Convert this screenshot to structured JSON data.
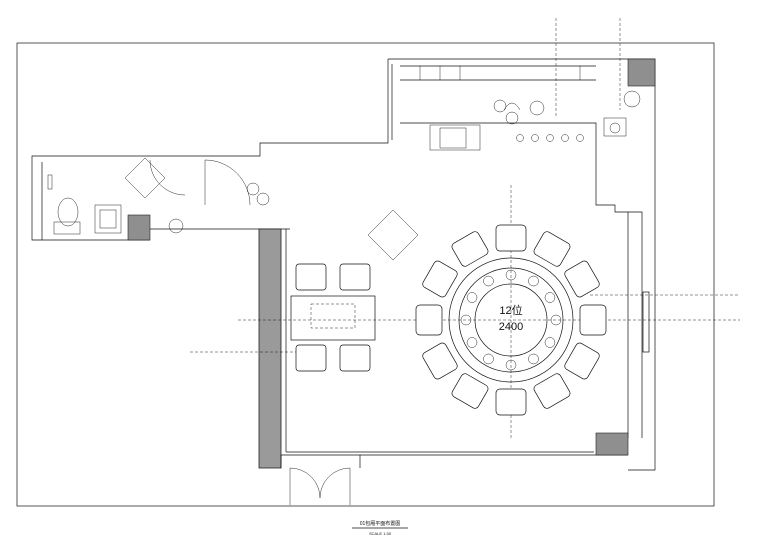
{
  "drawing": {
    "title": "01包厢平面布置图",
    "scale": "SCALE 1:30"
  },
  "table": {
    "seats_label": "12位",
    "diameter_label": "2400"
  }
}
